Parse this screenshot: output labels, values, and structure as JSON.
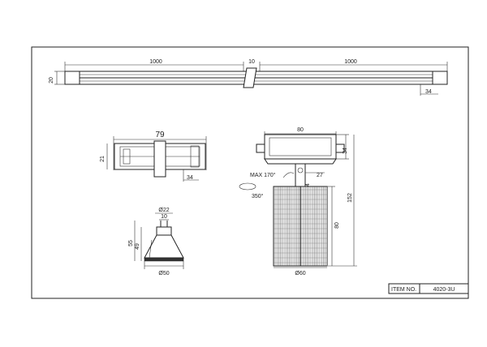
{
  "title_block": {
    "item_label": "ITEM NO.",
    "item_value": "4020-3U"
  },
  "rail_view": {
    "dim_left": "1000",
    "dim_center": "10",
    "dim_right": "1000",
    "dim_height": "20",
    "dim_end": "34"
  },
  "connector_view": {
    "dim_length": "79",
    "dim_height": "21",
    "dim_small": "34"
  },
  "lamp_view": {
    "dim_top_dia": "Ø22",
    "dim_neck": "10",
    "dim_total_h": "55",
    "dim_body_h": "49",
    "dim_bottom_dia": "Ø50"
  },
  "fixture_view": {
    "dim_adapter_w": "80",
    "dim_adapter_h": "34",
    "dim_rotation_tilt": "MAX 170°",
    "dim_rotation_pan": "350°",
    "dim_arm_1": "27",
    "dim_arm_2": "34",
    "dim_total_h": "152",
    "dim_body_h": "80",
    "dim_body_dia": "Ø60"
  }
}
